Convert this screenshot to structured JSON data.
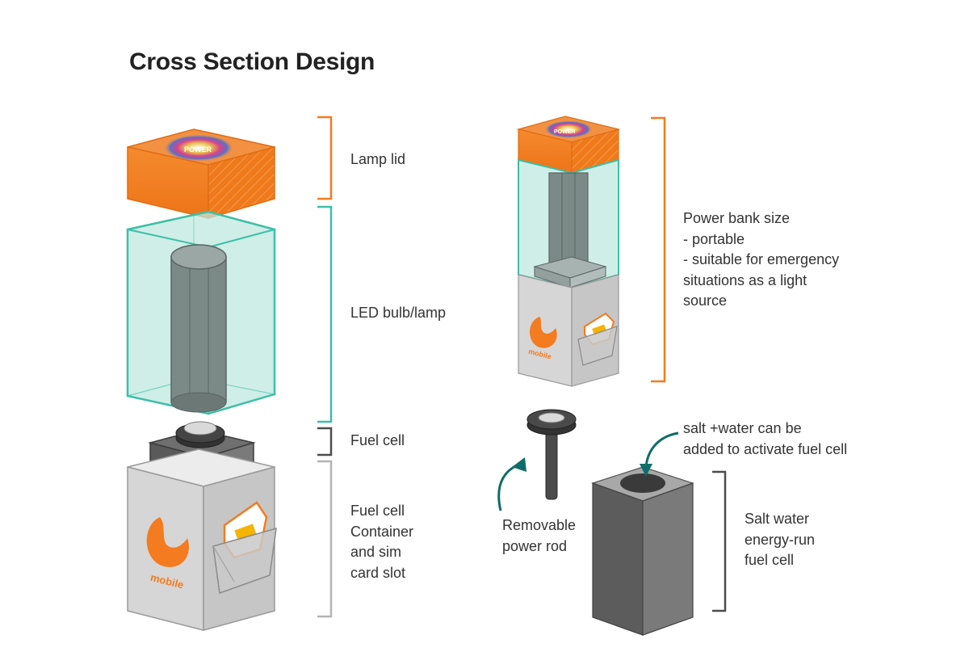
{
  "title": "Cross Section Design",
  "labels": {
    "lamp_lid": "Lamp lid",
    "led": "LED bulb/lamp",
    "fuel_cell": "Fuel cell",
    "container": [
      "Fuel cell",
      "Container",
      "and sim",
      "card slot"
    ],
    "power_bank": [
      "Power bank size",
      "- portable",
      "- suitable for emergency",
      "situations as a light",
      "source"
    ],
    "salt_note": [
      "salt +water can be",
      "added to activate fuel cell"
    ],
    "rod": [
      "Removable",
      "power rod"
    ],
    "salt_cell": [
      "Salt water",
      "energy-run",
      "fuel cell"
    ]
  },
  "brand": {
    "power_text": "POWER",
    "mobile_text": "mobile"
  },
  "colors": {
    "orange": "#f47b20",
    "teal": "#3dbfa8",
    "grey_dark": "#4d4d4d",
    "grey_light": "#b3b3b3",
    "container": "#d9d9d9"
  },
  "icons": [
    "curved-arrow-icon",
    "mobile-logo-icon",
    "sim-card-icon"
  ]
}
